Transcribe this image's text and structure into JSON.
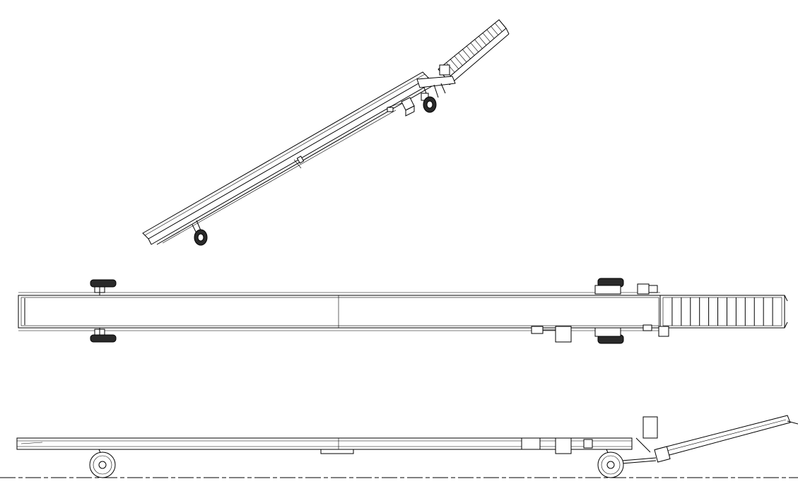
{
  "drawing": {
    "views": [
      "isometric",
      "top",
      "side"
    ],
    "belt_cleats_top_view": 12,
    "incline_cleats_iso_view": 14,
    "colors": {
      "line": "#000000",
      "background": "#ffffff",
      "tire": "#2a2a2a"
    }
  }
}
